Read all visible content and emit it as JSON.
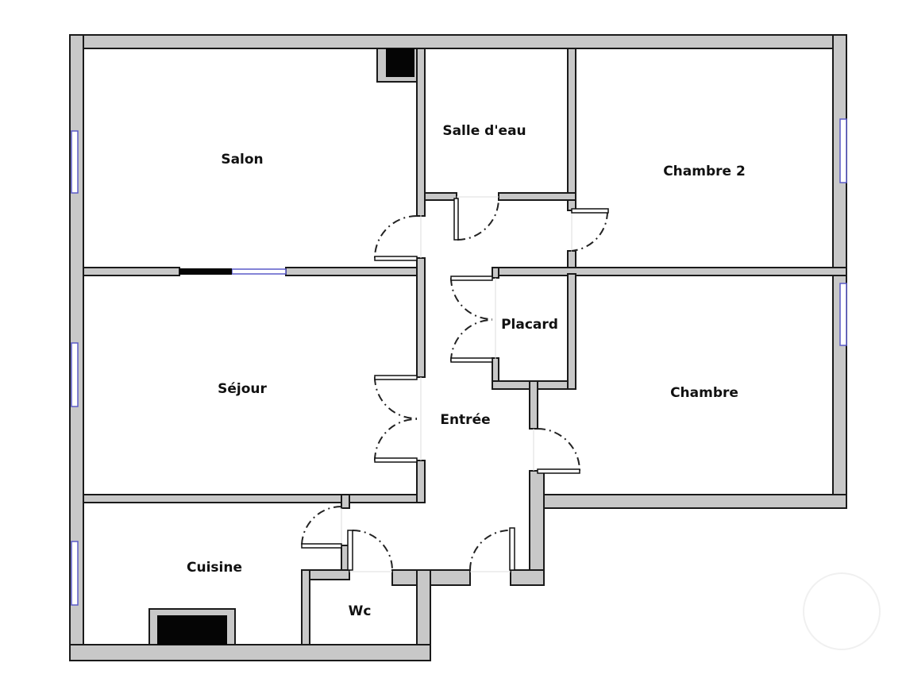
{
  "rooms": {
    "salon": "Salon",
    "salle_deau": "Salle d'eau",
    "chambre2": "Chambre 2",
    "placard": "Placard",
    "sejour": "Séjour",
    "entree": "Entrée",
    "chambre": "Chambre",
    "cuisine": "Cuisine",
    "wc": "Wc"
  },
  "colors": {
    "wall": "#c8c8c8",
    "window": "#5a5ac8"
  }
}
